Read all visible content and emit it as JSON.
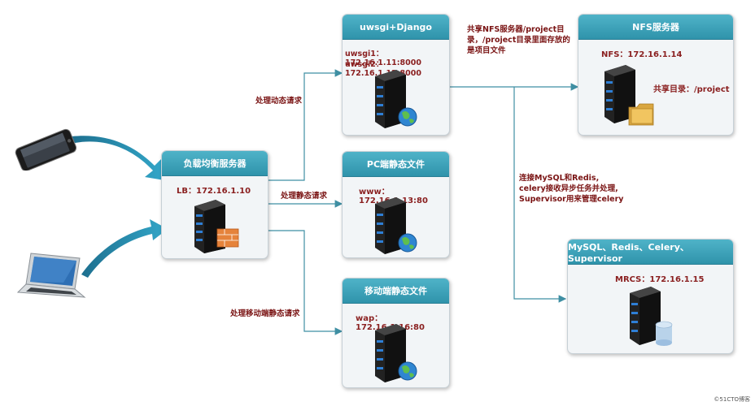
{
  "nodes": {
    "lb": {
      "title": "负载均衡服务器",
      "ip": "LB：172.16.1.10",
      "icon": "server-with-firewall"
    },
    "uwsgi": {
      "title": "uwsgi+Django",
      "ip1": "uwsgi1：172.16.1.11:8000",
      "ip2": "uwsgi2：172.16.1.12:8000",
      "icon": "server-with-globe"
    },
    "pc_static": {
      "title": "PC端静态文件",
      "ip": "www：172.16.1.13:80",
      "icon": "server-with-globe"
    },
    "mobile_static": {
      "title": "移动端静态文件",
      "ip": "wap：172.16.1.16:80",
      "icon": "server-with-globe"
    },
    "nfs": {
      "title": "NFS服务器",
      "ip": "NFS：172.16.1.14",
      "share": "共享目录：/project",
      "icon": "server-with-folder"
    },
    "mrcs": {
      "title": "MySQL、Redis、Celery、Supervisor",
      "ip": "MRCS：172.16.1.15",
      "icon": "server-with-database"
    }
  },
  "edges": {
    "dynamic": "处理动态请求",
    "static": "处理静态请求",
    "mobile_static": "处理移动端静态请求",
    "nfs_note": [
      "共享NFS服务器/project目",
      "录，/project目录里面存放的",
      "是项目文件"
    ],
    "mrcs_note": [
      "连接MySQL和Redis,",
      "celery接收异步任务并处理,",
      "Supervisor用来管理celery"
    ]
  },
  "clients": [
    "smartphone-icon",
    "laptop-icon"
  ],
  "watermark": "©51CTO博客",
  "colors": {
    "header": "#3aa2ba",
    "edge": "#3f8fa3",
    "label": "#7a1414",
    "arrow": "#2b97b8"
  }
}
